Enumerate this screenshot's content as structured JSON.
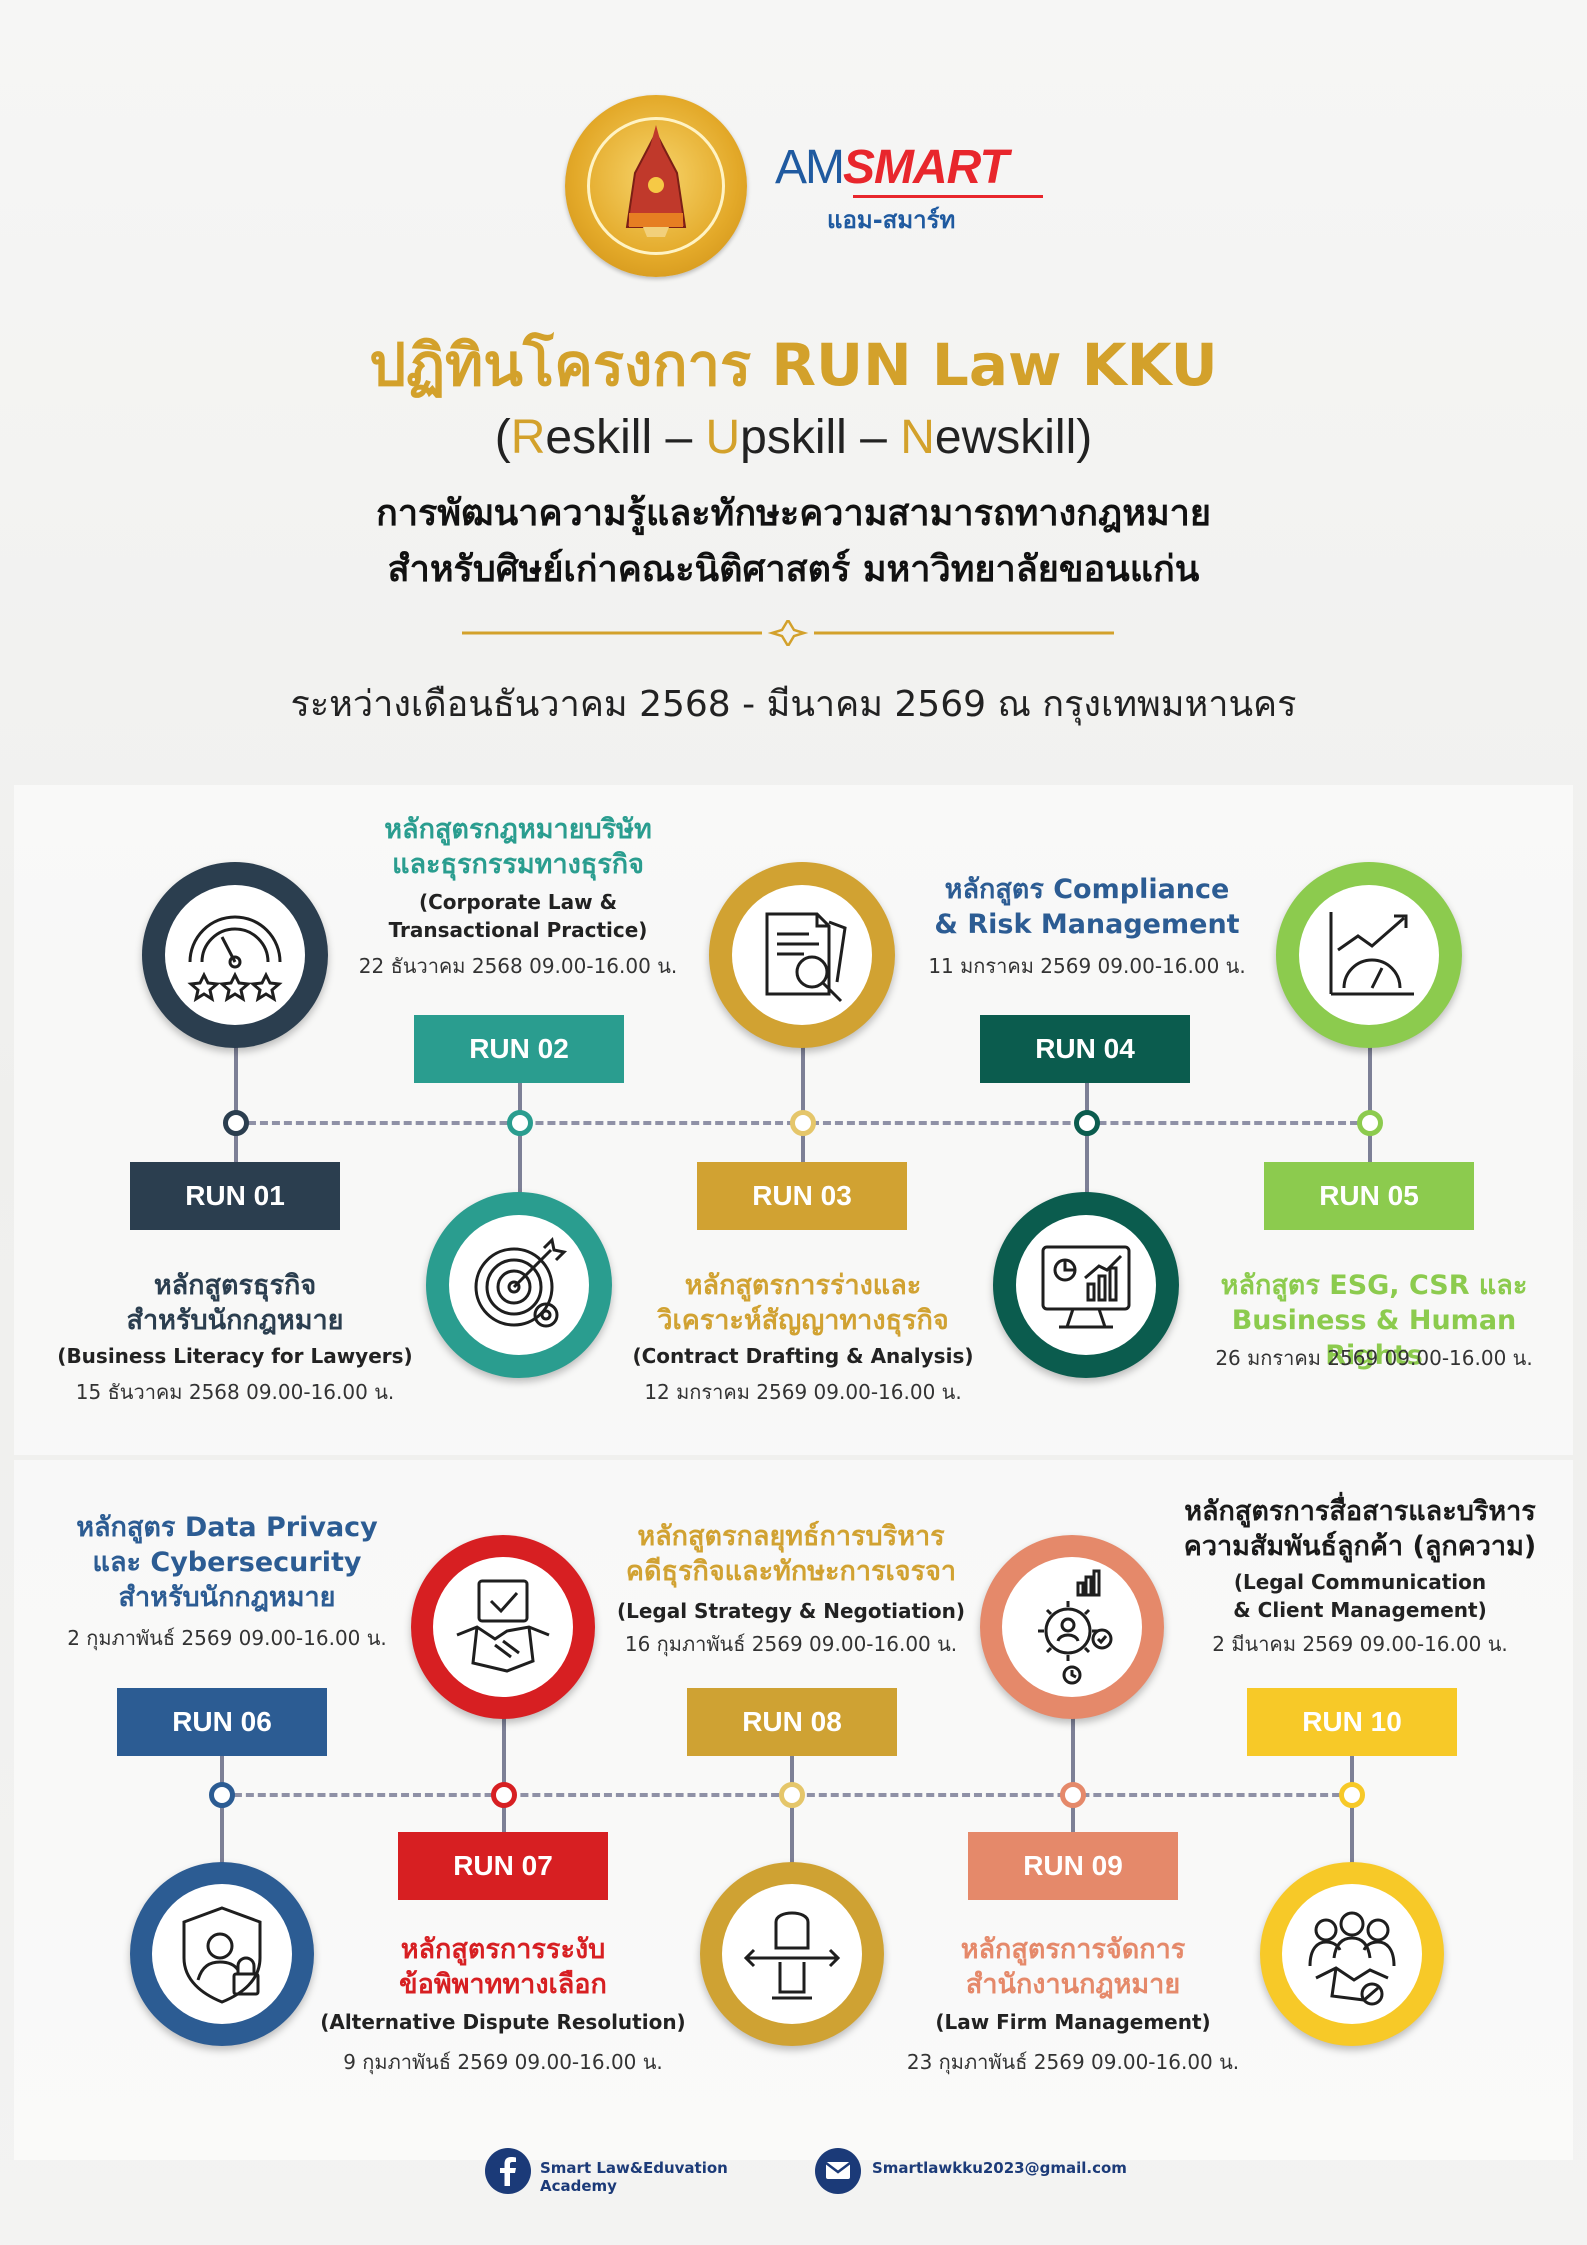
{
  "header": {
    "seal_alt_text": "คณะนิติศาสตร์ มหาวิทยาลัยขอนแก่น FACULTY OF LAW KHON KAEN UNIVERSITY",
    "brand": {
      "am": "AM",
      "smart": "SMART",
      "sub": "แอม-สมาร์ท"
    },
    "title": "ปฏิทินโครงการ RUN Law KKU",
    "subtitle": {
      "p1": "(",
      "r": "R",
      "p2": "eskill – ",
      "u": "U",
      "p3": "pskill – ",
      "n": "N",
      "p4": "ewskill)"
    },
    "desc_line1": "การพัฒนาความรู้และทักษะความสามารถทางกฎหมาย",
    "desc_line2": "สำหรับศิษย์เก่าคณะนิติศาสตร์ มหาวิทยาลัยขอนแก่น",
    "date_range": "ระหว่างเดือนธันวาคม 2568 - มีนาคม 2569  ณ กรุงเทพมหานคร"
  },
  "colors": {
    "gold": "#d3a12b",
    "run01": "#2b3e4f",
    "run02": "#2a9d8f",
    "run03": "#d1a232",
    "run04": "#0b5c4e",
    "run05": "#8ccb4e",
    "run06": "#2c5c93",
    "run07": "#d71f22",
    "run08": "#cfa233",
    "run09": "#e5896a",
    "run10": "#f7c928"
  },
  "runs": [
    {
      "label": "RUN 01",
      "icon": "gauge-stars-icon",
      "title1": "หลักสูตรธุรกิจ",
      "title2": "สำหรับนักกฎหมาย",
      "sub1": "(Business Literacy for Lawyers)",
      "sub2": "",
      "date": "15 ธันวาคม 2568 09.00-16.00 น."
    },
    {
      "label": "RUN 02",
      "icon": "target-gear-icon",
      "title1": "หลักสูตรกฎหมายบริษัท",
      "title2": "และธุรกรรมทางธุรกิจ",
      "sub1": "(Corporate Law &",
      "sub2": "Transactional Practice)",
      "date": "22 ธันวาคม 2568 09.00-16.00 น."
    },
    {
      "label": "RUN 03",
      "icon": "document-search-icon",
      "title1": "หลักสูตรการร่างและ",
      "title2": "วิเคราะห์สัญญาทางธุรกิจ",
      "sub1": "(Contract Drafting & Analysis)",
      "sub2": "",
      "date": "12 มกราคม 2569 09.00-16.00 น."
    },
    {
      "label": "RUN 04",
      "icon": "monitor-chart-icon",
      "title1": "หลักสูตร Compliance",
      "title2": "& Risk Management",
      "sub1": "",
      "sub2": "",
      "date": "11 มกราคม 2569 09.00-16.00 น."
    },
    {
      "label": "RUN 05",
      "icon": "growth-gauge-icon",
      "title1": "หลักสูตร ESG, CSR และ",
      "title2": "Business & Human Rights",
      "sub1": "",
      "sub2": "",
      "date": "26 มกราคม 2569 09.00-16.00 น."
    },
    {
      "label": "RUN 06",
      "icon": "user-shield-icon",
      "title1": "หลักสูตร Data Privacy",
      "title2": "และ Cybersecurity",
      "title3": "สำหรับนักกฎหมาย",
      "sub1": "",
      "sub2": "",
      "date": "2 กุมภาพันธ์ 2569 09.00-16.00 น."
    },
    {
      "label": "RUN 07",
      "icon": "handshake-icon",
      "title1": "หลักสูตรการระงับ",
      "title2": "ข้อพิพาททางเลือก",
      "sub1": "(Alternative Dispute Resolution)",
      "sub2": "",
      "date": "9 กุมภาพันธ์ 2569 09.00-16.00 น."
    },
    {
      "label": "RUN 08",
      "icon": "strategy-arrows-icon",
      "title1": "หลักสูตรกลยุทธ์การบริหาร",
      "title2": "คดีธุรกิจและทักษะการเจรจา",
      "sub1": "(Legal Strategy & Negotiation)",
      "sub2": "",
      "date": "16 กุมภาพันธ์ 2569 09.00-16.00 น."
    },
    {
      "label": "RUN 09",
      "icon": "management-gear-icon",
      "title1": "หลักสูตรการจัดการ",
      "title2": "สำนักงานกฎหมาย",
      "sub1": "(Law Firm Management)",
      "sub2": "",
      "date": "23 กุมภาพันธ์ 2569 09.00-16.00 น."
    },
    {
      "label": "RUN 10",
      "icon": "client-team-icon",
      "title1": "หลักสูตรการสื่อสารและบริหาร",
      "title2": "ความสัมพันธ์ลูกค้า (ลูกความ)",
      "sub1": "(Legal Communication",
      "sub2": "& Client Management)",
      "date": "2 มีนาคม 2569 09.00-16.00 น."
    }
  ],
  "footer": {
    "facebook_icon": "facebook-icon",
    "facebook_text": "Smart Law&Eduvation Academy",
    "email_icon": "email-icon",
    "email_text": "Smartlawkku2023@gmail.com"
  }
}
